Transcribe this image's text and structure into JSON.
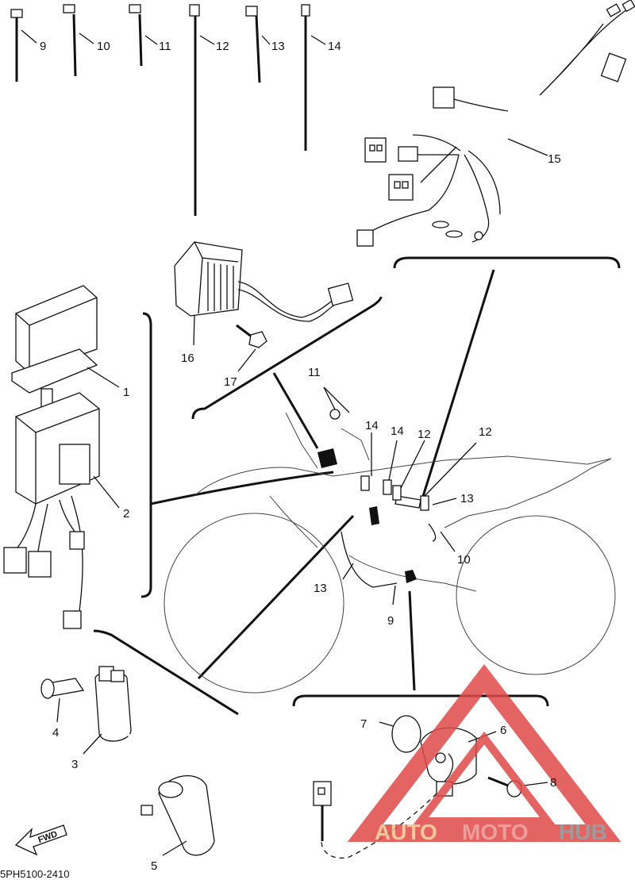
{
  "diagram": {
    "code": "5PH5100-2410",
    "direction_label": "FWD",
    "callouts": [
      "1",
      "2",
      "3",
      "4",
      "5",
      "6",
      "7",
      "8",
      "9",
      "10",
      "11",
      "12",
      "13",
      "14",
      "15",
      "16",
      "17"
    ],
    "callouts_on_vehicle": [
      "11",
      "14",
      "14",
      "12",
      "12",
      "13",
      "10",
      "13",
      "9"
    ]
  },
  "watermark": {
    "part1": "AUTO",
    "part2": "MOTO",
    "part3": "HUB",
    "colors": {
      "auto": "#f2c089",
      "moto": "#ec8d8d",
      "hub": "#8a8a8a",
      "triangle": "#e04a4a"
    }
  }
}
